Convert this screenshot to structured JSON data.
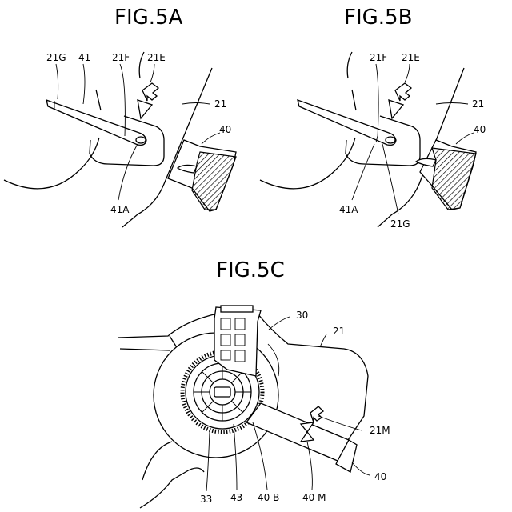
{
  "fig_5a": {
    "title": "FIG.5A",
    "labels": {
      "l21g": "21G",
      "l41": "41",
      "l21f": "21F",
      "l21e": "21E",
      "l21": "21",
      "l40": "40",
      "l41a": "41A"
    }
  },
  "fig_5b": {
    "title": "FIG.5B",
    "labels": {
      "l21f": "21F",
      "l21e": "21E",
      "l21": "21",
      "l40": "40",
      "l41a": "41A",
      "l21g": "21G"
    }
  },
  "fig_5c": {
    "title": "FIG.5C",
    "labels": {
      "l30": "30",
      "l21": "21",
      "l21m": "21M",
      "l40": "40",
      "l33": "33",
      "l43": "43",
      "l40b": "40 B",
      "l40m": "40 M"
    }
  }
}
